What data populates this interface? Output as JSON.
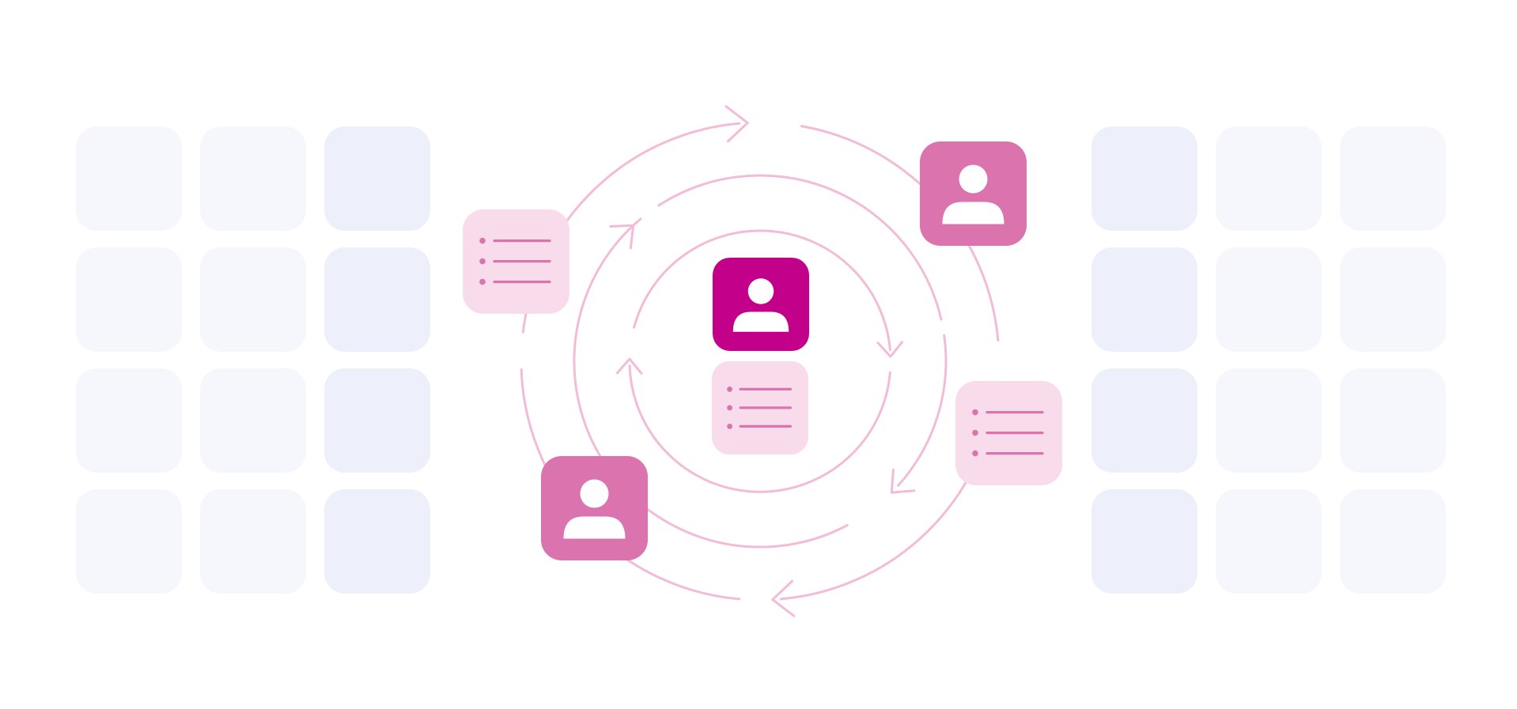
{
  "colors": {
    "background": "#ffffff",
    "tile_light": "#f6f7fc",
    "tile_medium": "#edf0fa",
    "ring_stroke": "#f2bcd8",
    "center_user_fill": "#c3008a",
    "user_card_fill": "#db73ae",
    "list_card_fill": "#f8dceb",
    "list_line": "#db73ae",
    "icon_white": "#ffffff"
  },
  "icons": {
    "user": "user-profile-icon",
    "list": "bulleted-list-icon",
    "arrow": "arrowhead-icon"
  },
  "grids": {
    "left": {
      "columns": 3,
      "rows": 4,
      "column_shades": [
        "light",
        "light",
        "medium"
      ]
    },
    "right": {
      "columns": 3,
      "rows": 4,
      "column_shades": [
        "medium",
        "light",
        "light"
      ]
    }
  },
  "rings": {
    "count": 3,
    "direction": "clockwise"
  },
  "cards": [
    {
      "id": "center-user",
      "kind": "user",
      "variant": "primary"
    },
    {
      "id": "center-list",
      "kind": "list",
      "bullets": 3
    },
    {
      "id": "top-right-user",
      "kind": "user",
      "variant": "secondary"
    },
    {
      "id": "left-list",
      "kind": "list",
      "bullets": 3
    },
    {
      "id": "right-list",
      "kind": "list",
      "bullets": 3
    },
    {
      "id": "bottom-left-user",
      "kind": "user",
      "variant": "secondary"
    }
  ]
}
